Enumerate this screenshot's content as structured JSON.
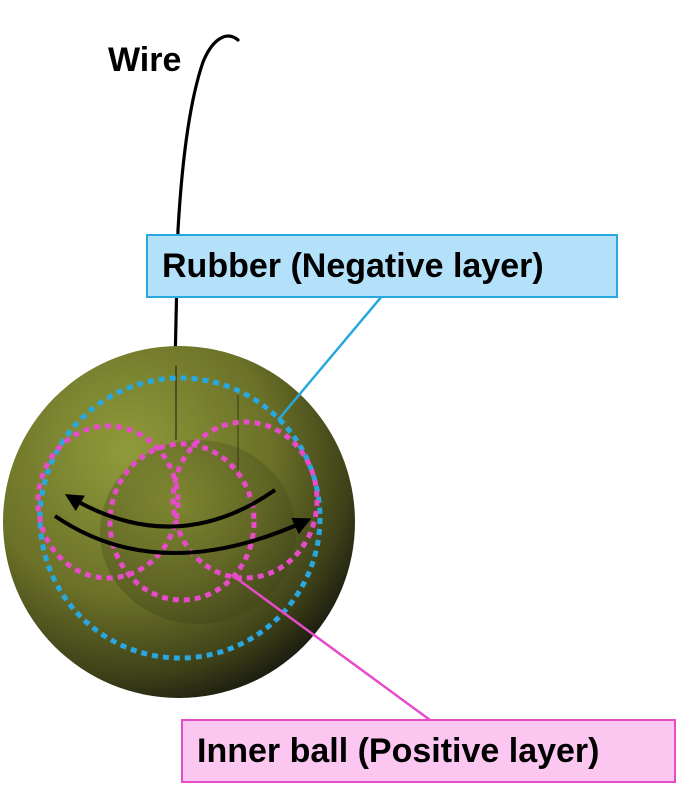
{
  "labels": {
    "wire": "Wire",
    "rubber": "Rubber (Negative layer)",
    "inner_ball": "Inner ball (Positive layer)"
  },
  "colors": {
    "rubber_box_fill": "#b3e1fa",
    "rubber_border": "#29a8e0",
    "inner_box_fill": "#fbc6f0",
    "inner_border": "#e64bc8",
    "ball_light": "#8f9b3a",
    "ball_dark": "#1c1d10",
    "wire": "#000000"
  }
}
